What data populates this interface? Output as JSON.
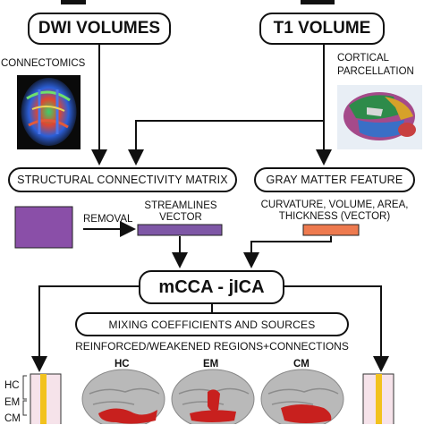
{
  "nodes": {
    "dwi": "DWI VOLUMES",
    "t1": "T1 VOLUME",
    "connectomics": "CONNECTOMICS",
    "cortical_line1": "CORTICAL",
    "cortical_line2": "PARCELLATION",
    "scm": "STRUCTURAL CONNECTIVITY MATRIX",
    "gmf": "GRAY MATTER FEATURE",
    "removal": "REMOVAL",
    "streamlines_line1": "STREAMLINES",
    "streamlines_line2": "VECTOR",
    "gm_desc_line1": "CURVATURE, VOLUME, AREA,",
    "gm_desc_line2": "THICKNESS (VECTOR)",
    "mcca": "mCCA - jICA",
    "mixing": "MIXING COEFFICIENTS AND SOURCES",
    "reinforced": "REINFORCED/WEAKENED REGIONS+CONNECTIONS"
  },
  "groups": [
    "HC",
    "EM",
    "CM"
  ],
  "side_labels": [
    "HC",
    "EM",
    "CM"
  ],
  "colors": {
    "matrix_purple": "#8a4fa8",
    "vector_purple": "#7e57a6",
    "vector_orange": "#ee7a4f",
    "bar_fill": "#f6e3ea",
    "bar_stripe": "#f2c21e",
    "brain_gray": "#b9b9b9",
    "brain_red": "#c8201e"
  }
}
